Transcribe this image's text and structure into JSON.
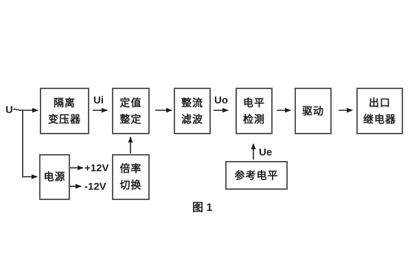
{
  "diagram": {
    "caption": "图 1",
    "input_label": "U~",
    "signal_labels": {
      "ui": "Ui",
      "uo": "Uo",
      "ue": "Ue"
    },
    "power_labels": {
      "plus": "+12V",
      "minus": "-12V"
    },
    "blocks": {
      "isolation_transformer": {
        "line1": "隔离",
        "line2": "变压器"
      },
      "setting_adjust": {
        "line1": "定值",
        "line2": "整定"
      },
      "rectifier_filter": {
        "line1": "整流",
        "line2": "滤波"
      },
      "level_detection": {
        "line1": "电平",
        "line2": "检测"
      },
      "driver": {
        "label": "驱动"
      },
      "output_relay": {
        "line1": "出口",
        "line2": "继电器"
      },
      "power_supply": {
        "label": "电源"
      },
      "ratio_switch": {
        "line1": "倍率",
        "line2": "切换"
      },
      "reference_level": {
        "label": "参考电平"
      }
    },
    "colors": {
      "background": "#ffffff",
      "box_border": "#555555",
      "line": "#1f1f1f",
      "text": "#1f1f1f"
    }
  }
}
